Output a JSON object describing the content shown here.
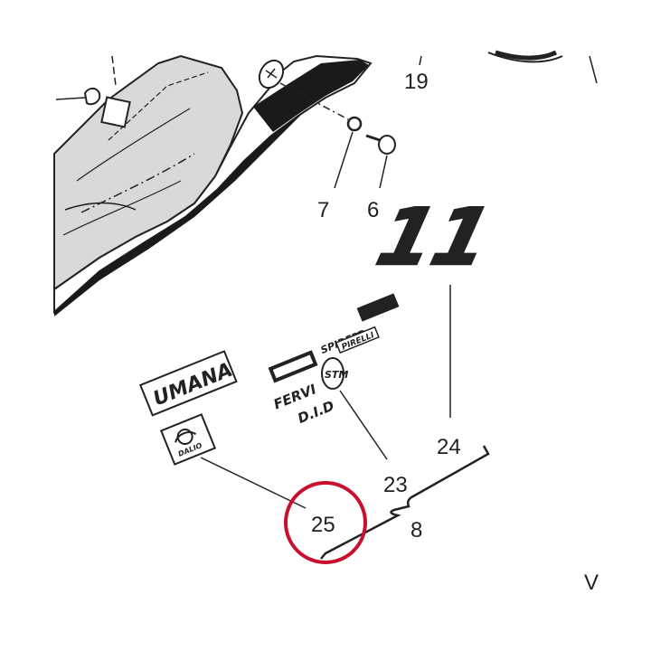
{
  "callouts": {
    "c19": "19",
    "c7": "7",
    "c6": "6",
    "c24": "24",
    "c23": "23",
    "c8": "8",
    "c25": "25",
    "cV": "V"
  },
  "decals": {
    "umana": "UMANA",
    "race_number": "11",
    "fervi": "FERVI",
    "did": "D.I.D",
    "spider": "SPIDER",
    "pirelli": "PIRELLI",
    "dalio": "DALIO",
    "stm": "STM"
  },
  "colors": {
    "line": "#222222",
    "fairing_fill": "#d9d9d9",
    "fairing_dark": "#1a1a1a",
    "number_fill": "#9a9a9a",
    "highlight": "#c8102e"
  }
}
